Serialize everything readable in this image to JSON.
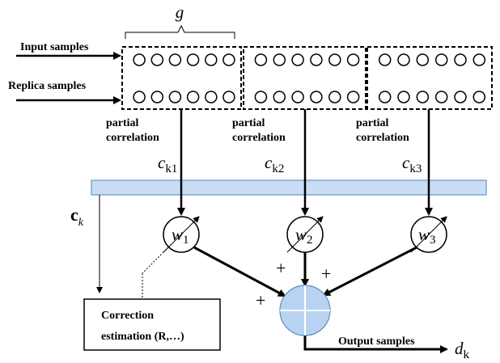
{
  "figure": {
    "group_symbol": "g",
    "input_label": "Input samples",
    "replica_label": "Replica samples",
    "circles_per_block": 6,
    "block_count": 3,
    "partial_label_1": "partial",
    "partial_label_2": "correlation",
    "c_symbol": "c",
    "c_sub_prefix": "k",
    "c_indices": [
      "1",
      "2",
      "3"
    ],
    "vector_c": "c",
    "vector_c_sub": "k",
    "weight_symbol": "w",
    "weight_indices": [
      "1",
      "2",
      "3"
    ],
    "plus": "+",
    "correction_line1": "Correction",
    "correction_line2": "estimation (R,…)",
    "output_label": "Output samples",
    "output_symbol": "d",
    "output_sub": "k"
  },
  "colors": {
    "bus_fill": "#c9ddf5",
    "bus_stroke": "#6a95c6",
    "adder_fill": "#b8d3f1",
    "adder_stroke": "#5f8dc4"
  }
}
